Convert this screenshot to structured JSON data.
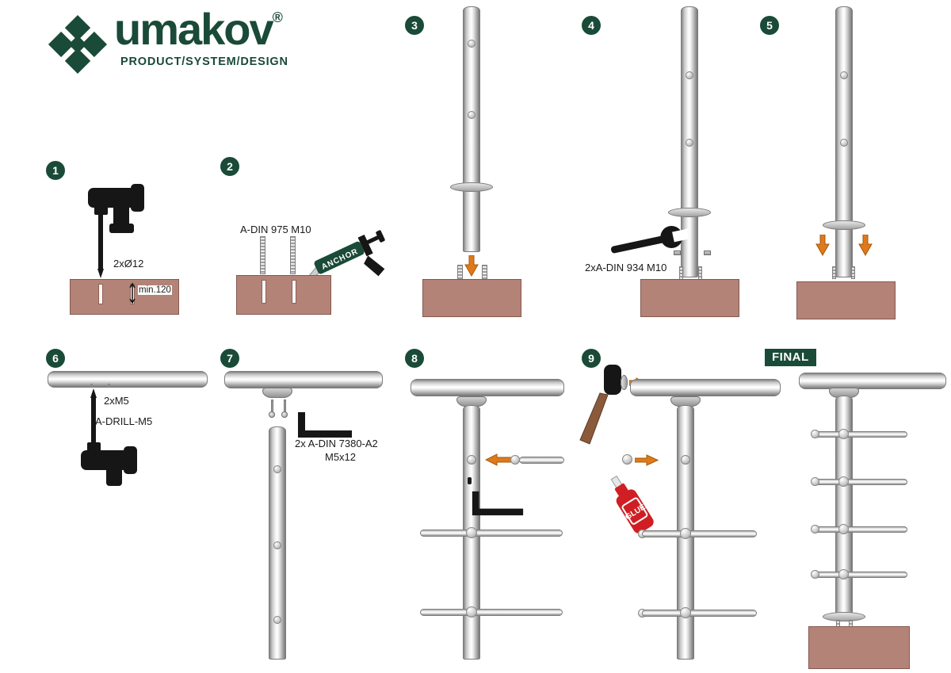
{
  "brand": {
    "name": "umakov",
    "reg": "®",
    "tagline": "PRODUCT/SYSTEM/DESIGN"
  },
  "colors": {
    "brand_green": "#1a4a38",
    "base_brown": "#b48378",
    "arrow_orange": "#e0791b",
    "glue_red": "#cf1f24",
    "ink": "#1a1a1a"
  },
  "steps": {
    "s1": {
      "num": "1",
      "hole_label": "2xØ12",
      "depth_label": "min.120"
    },
    "s2": {
      "num": "2",
      "rod_label": "A-DIN 975 M10",
      "gun_label": "ANCHOR"
    },
    "s3": {
      "num": "3"
    },
    "s4": {
      "num": "4",
      "nut_label": "2xA-DIN 934 M10"
    },
    "s5": {
      "num": "5"
    },
    "s6": {
      "num": "6",
      "screw_label": "2xM5",
      "drill_label": "A-DRILL-M5"
    },
    "s7": {
      "num": "7",
      "screw_label_line1": "2x A-DIN 7380-A2",
      "screw_label_line2": "M5x12"
    },
    "s8": {
      "num": "8"
    },
    "s9": {
      "num": "9",
      "glue_label": "GLUE"
    },
    "final": {
      "label": "FINAL"
    }
  }
}
